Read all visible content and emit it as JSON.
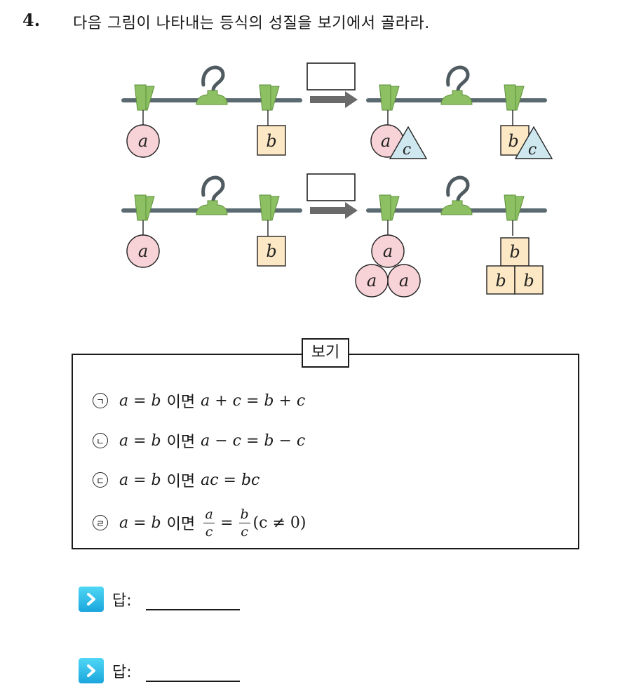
{
  "question": {
    "number": "4.",
    "text": "다음 그림이 나타내는 등식의 성질을 보기에서 골라라."
  },
  "figure": {
    "row1": {
      "before_left": "a",
      "before_right": "b",
      "after_left": [
        "a",
        "c"
      ],
      "after_right": [
        "b",
        "c"
      ]
    },
    "row2": {
      "before_left": "a",
      "before_right": "b",
      "after_left": [
        "a",
        "a",
        "a"
      ],
      "after_right": [
        "b",
        "b",
        "b"
      ]
    }
  },
  "bogi": {
    "title": "보기",
    "options": [
      {
        "mark": "ㄱ",
        "cond": "a = b",
        "word": "이면",
        "result": "a + c = b + c"
      },
      {
        "mark": "ㄴ",
        "cond": "a = b",
        "word": "이면",
        "result": "a − c = b − c"
      },
      {
        "mark": "ㄷ",
        "cond": "a = b",
        "word": "이면",
        "result": "ac = bc"
      },
      {
        "mark": "ㄹ",
        "cond": "a = b",
        "word": "이면",
        "frac_num_l": "a",
        "frac_den_l": "c",
        "eq": "=",
        "frac_num_r": "b",
        "frac_den_r": "c",
        "tail": "(c ≠ 0)"
      }
    ]
  },
  "answers": [
    {
      "label": "답:"
    },
    {
      "label": "답:"
    }
  ],
  "colors": {
    "clip_green": "#8cc063",
    "bar_gray": "#5a6a70",
    "circle_pink": "#f7d2d6",
    "square_cream": "#fde8c5",
    "triangle_blue": "#cfe8f0",
    "icon_cyan": "#1aa6dd"
  }
}
